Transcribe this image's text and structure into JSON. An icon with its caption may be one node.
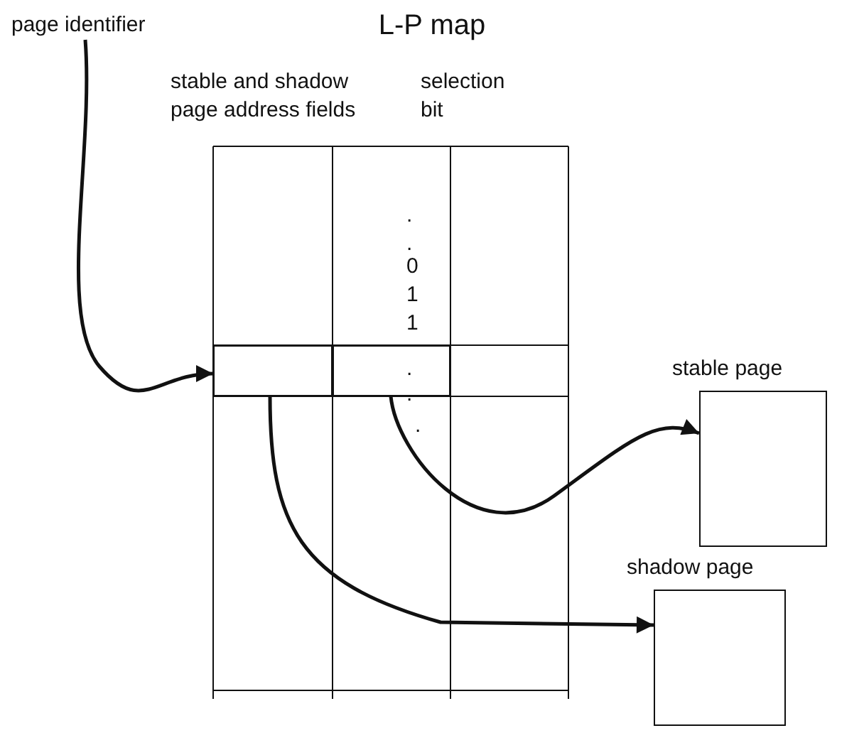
{
  "diagram": {
    "title": "L-P map",
    "nodes": [
      {
        "text": [
          "page identifier"
        ]
      },
      {
        "text": [],
        "shape": "box"
      },
      {
        "text": [],
        "shape": "box"
      },
      {
        "text": [
          "stable page"
        ]
      },
      {
        "text": [
          "shadow page"
        ]
      }
    ],
    "edges": [
      {
        "from": 0,
        "to": 1,
        "arrow": "to"
      },
      {
        "from": 2,
        "to": 3,
        "arrow": "to"
      },
      {
        "from": 1,
        "to": 4,
        "arrow": "to"
      }
    ],
    "labels": [
      "stable and shadow page address fields",
      "selection bit",
      ".",
      ".",
      "0",
      "1",
      "1",
      ".",
      ".",
      "."
    ]
  }
}
